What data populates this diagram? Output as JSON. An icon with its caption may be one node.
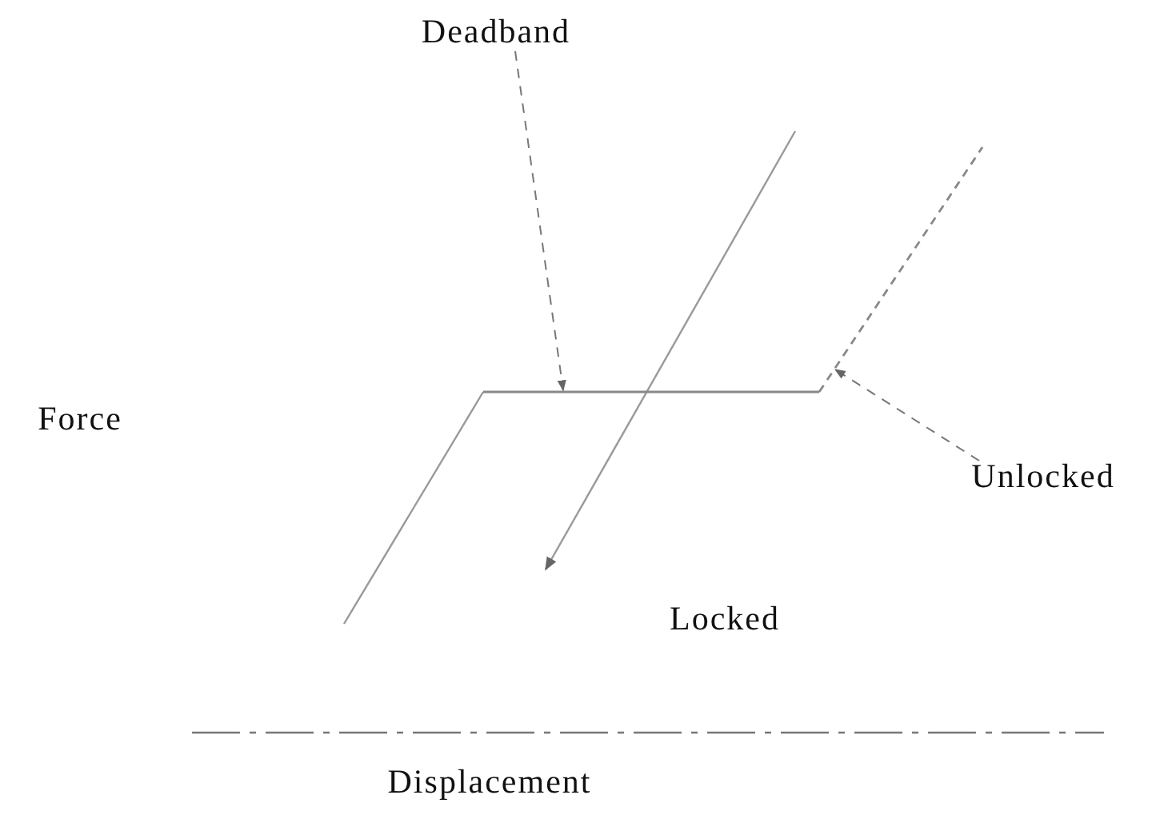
{
  "diagram": {
    "nodes": [
      {
        "text": [
          "Deadband"
        ]
      },
      {
        "text": [],
        "shape": "line"
      },
      {
        "text": [
          "Unlocked"
        ]
      },
      {
        "text": [],
        "shape": "line"
      }
    ],
    "edges": [
      {
        "from": 0,
        "to": 1,
        "arrow": "to"
      },
      {
        "from": 2,
        "to": 3,
        "arrow": "to"
      }
    ],
    "labels": [
      "Force",
      "Locked",
      "Displacement"
    ]
  }
}
